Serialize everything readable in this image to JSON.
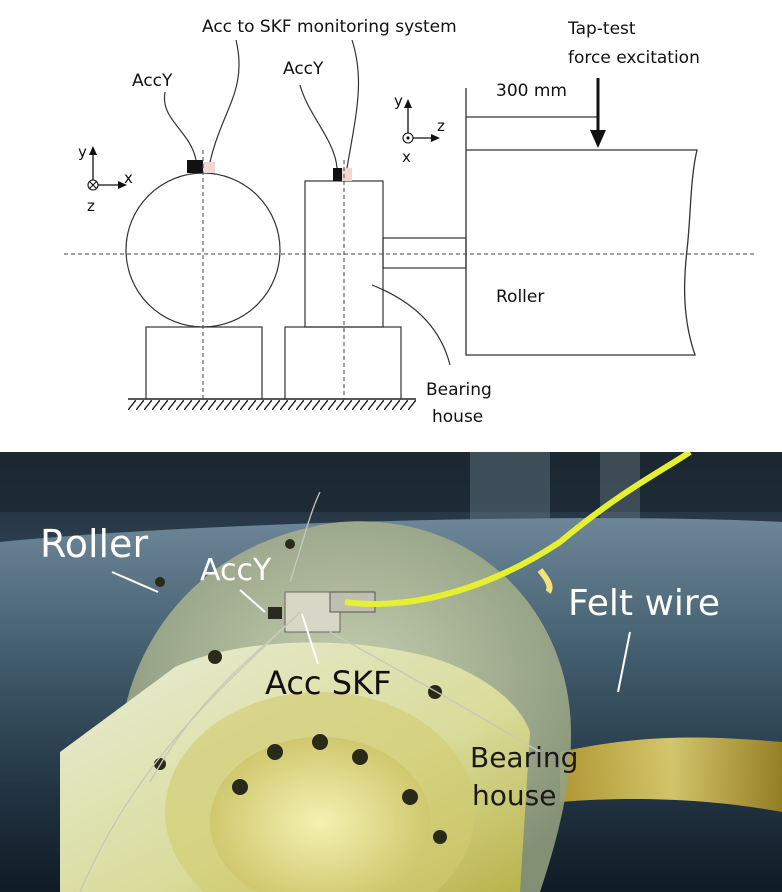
{
  "diagram": {
    "acc_to_skf": "Acc to SKF monitoring system",
    "accy_left": "AccY",
    "accy_middle": "AccY",
    "tap_test_line1": "Tap-test",
    "tap_test_line2": "force excitation",
    "distance": "300 mm",
    "roller": "Roller",
    "bearing_line1": "Bearing",
    "bearing_line2": "house",
    "axes_left": {
      "y": "y",
      "x": "x",
      "z": "z"
    },
    "axes_right": {
      "y": "y",
      "z": "z",
      "x": "x"
    }
  },
  "photo": {
    "roller": "Roller",
    "accy": "AccY",
    "acc_skf": "Acc SKF",
    "felt_wire": "Felt wire",
    "bearing_line1": "Bearing",
    "bearing_line2": "house"
  }
}
